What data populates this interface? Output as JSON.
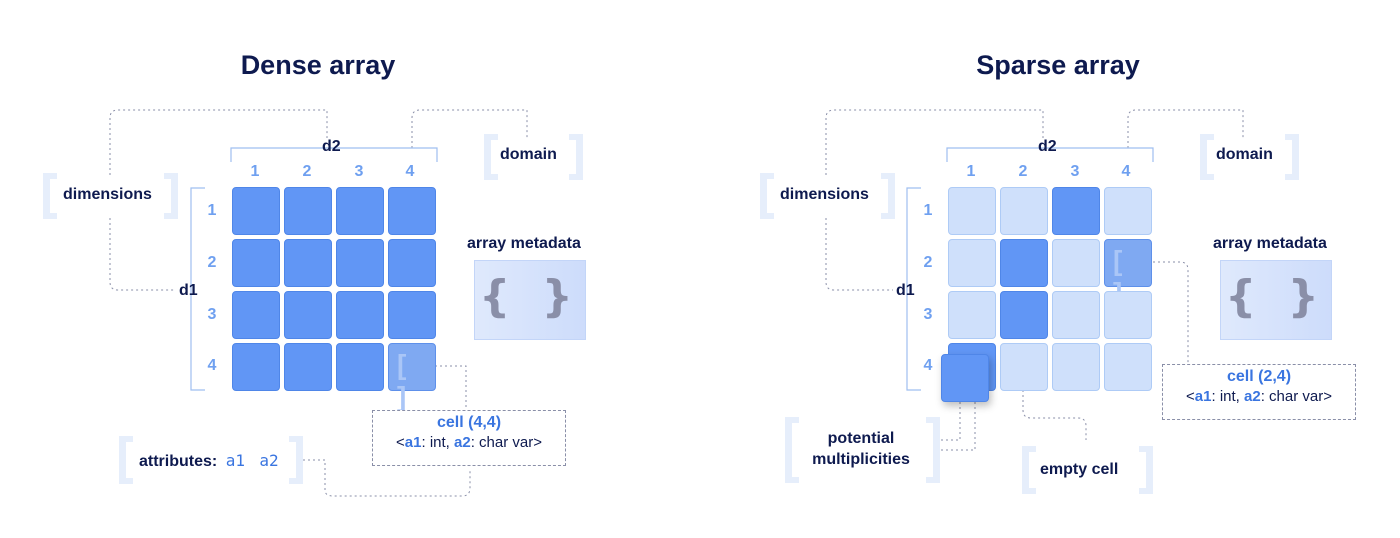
{
  "dense": {
    "title": "Dense array",
    "dimensions": "dimensions",
    "d1": "d1",
    "d2": "d2",
    "domain": "domain",
    "metadata": "array metadata",
    "braces": "{ }",
    "cols": [
      "1",
      "2",
      "3",
      "4"
    ],
    "rows": [
      "1",
      "2",
      "3",
      "4"
    ],
    "cell_title": "cell (4,4)",
    "cell_line_pre": "<",
    "cell_a1": "a1",
    "cell_mid": ": int, ",
    "cell_a2": "a2",
    "cell_post": ": char var>",
    "attributes_label": "attributes:",
    "attr_a1": "a1",
    "attr_a2": "a2",
    "grid": [
      [
        1,
        1,
        1,
        1
      ],
      [
        1,
        1,
        1,
        1
      ],
      [
        1,
        1,
        1,
        1
      ],
      [
        1,
        1,
        1,
        2
      ]
    ]
  },
  "sparse": {
    "title": "Sparse array",
    "dimensions": "dimensions",
    "d1": "d1",
    "d2": "d2",
    "domain": "domain",
    "metadata": "array metadata",
    "braces": "{ }",
    "cols": [
      "1",
      "2",
      "3",
      "4"
    ],
    "rows": [
      "1",
      "2",
      "3",
      "4"
    ],
    "cell_title": "cell (2,4)",
    "cell_line_pre": "<",
    "cell_a1": "a1",
    "cell_mid": ": int, ",
    "cell_a2": "a2",
    "cell_post": ": char var>",
    "potential": "potential",
    "multiplicities": "multiplicities",
    "empty_cell": "empty cell",
    "grid": [
      [
        0,
        0,
        1,
        0
      ],
      [
        0,
        1,
        0,
        2
      ],
      [
        0,
        1,
        0,
        0
      ],
      [
        1,
        0,
        0,
        0
      ]
    ]
  },
  "colors": {
    "navy": "#0e1a4f",
    "blue": "#6196f5",
    "light": "#cfe0fb",
    "accent": "#3a75e0",
    "bracket": "#e3ecfb"
  }
}
